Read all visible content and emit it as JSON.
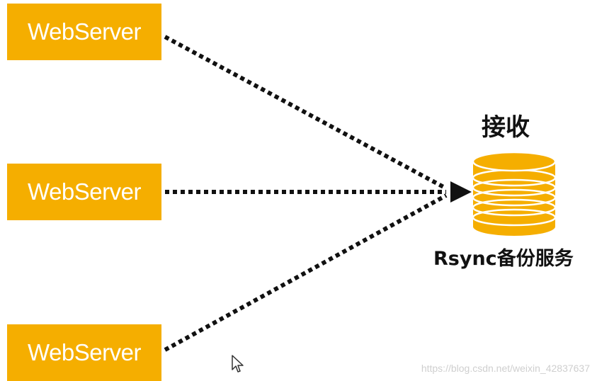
{
  "colors": {
    "box": "#f5ae00",
    "database": "#f5ae00",
    "arrow": "#111111"
  },
  "servers": [
    {
      "label": "WebServer"
    },
    {
      "label": "WebServer"
    },
    {
      "label": "WebServer"
    }
  ],
  "target": {
    "caption_top": "接收",
    "caption_bottom": "Rsync备份服务",
    "icon": "database-icon"
  },
  "watermark": "https://blog.csdn.net/weixin_42837637"
}
